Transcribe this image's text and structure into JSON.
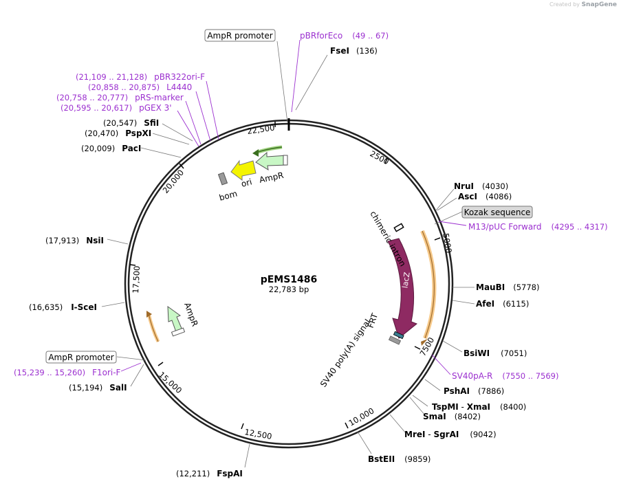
{
  "credit": {
    "prefix": "Created by",
    "brand": "SnapGene"
  },
  "plasmid": {
    "name": "pEMS1486",
    "length": "22,783 bp"
  },
  "colors": {
    "feature_purple": "#9b2fcf",
    "ring": "#222222",
    "lacZ": "#8e2a62",
    "ampR": "#c8f7c5",
    "ori": "#f4f400",
    "orange": "#f0a340"
  },
  "tick_labels": [
    "2500",
    "5000",
    "7500",
    "10,000",
    "12,500",
    "15,000",
    "17,500",
    "20,000",
    "22,500"
  ],
  "sites": [
    {
      "name": "FseI",
      "pos": "(136)"
    },
    {
      "name": "NruI",
      "pos": "(4030)"
    },
    {
      "name": "AscI",
      "pos": "(4086)"
    },
    {
      "name": "MauBI",
      "pos": "(5778)"
    },
    {
      "name": "AfeI",
      "pos": "(6115)"
    },
    {
      "name": "BsiWI",
      "pos": "(7051)"
    },
    {
      "name": "PshAI",
      "pos": "(7886)"
    },
    {
      "name": "TspMI",
      "sep": " - ",
      "name2": "XmaI",
      "pos": "(8400)"
    },
    {
      "name": "SmaI",
      "pos": "(8402)"
    },
    {
      "name": "MreI",
      "sep": " - ",
      "name2": "SgrAI",
      "pos": "(9042)"
    },
    {
      "name": "BstEII",
      "pos": "(9859)"
    },
    {
      "name": "FspAI",
      "pos": "(12,211)"
    },
    {
      "name": "SalI",
      "pos": "(15,194)"
    },
    {
      "name": "I-SceI",
      "pos": "(16,635)"
    },
    {
      "name": "NsiI",
      "pos": "(17,913)"
    },
    {
      "name": "PacI",
      "pos": "(20,009)"
    },
    {
      "name": "PspXI",
      "pos": "(20,470)"
    },
    {
      "name": "SfiI",
      "pos": "(20,547)"
    }
  ],
  "primers": [
    {
      "name": "pBRforEco",
      "range": "(49 .. 67)"
    },
    {
      "name": "pBR322ori-F",
      "range": "(21,109 .. 21,128)"
    },
    {
      "name": "L4440",
      "range": "(20,858 .. 20,875)"
    },
    {
      "name": "pRS-marker",
      "range": "(20,758 .. 20,777)"
    },
    {
      "name": "pGEX 3'",
      "range": "(20,595 .. 20,617)"
    },
    {
      "name": "M13/pUC Forward",
      "range": "(4295 .. 4317)"
    },
    {
      "name": "SV40pA-R",
      "range": "(7550 .. 7569)"
    },
    {
      "name": "F1ori-F",
      "range": "(15,239 .. 15,260)"
    }
  ],
  "boxed_labels": {
    "ampr_promoter_top": "AmpR promoter",
    "ampr_promoter_left": "AmpR promoter",
    "kozak": "Kozak sequence"
  },
  "features": {
    "chimeric_intron": "chimeric intron",
    "lacZ": "lacZ",
    "frt": "FRT",
    "sv40_signal": "SV40 poly(A) signal",
    "bom": "bom",
    "ori": "ori",
    "ampr_top": "AmpR",
    "ampr_left": "AmpR"
  }
}
